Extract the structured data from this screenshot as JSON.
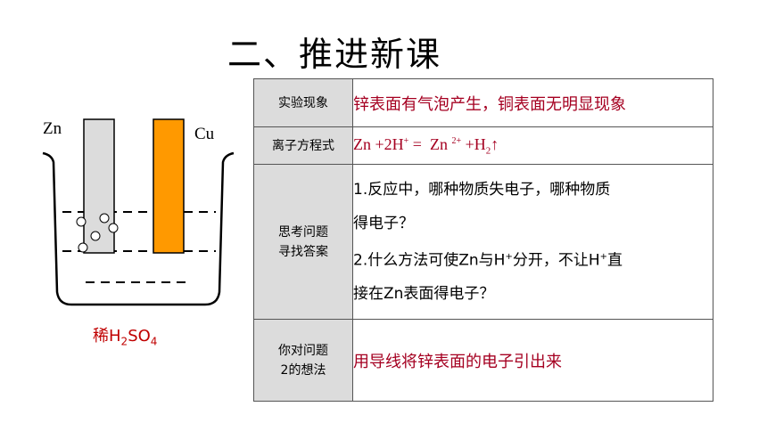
{
  "title": "二、推进新课",
  "diagram": {
    "zn_label": "Zn",
    "cu_label": "Cu",
    "acid_prefix": "稀H",
    "acid_sub1": "2",
    "acid_mid": "SO",
    "acid_sub2": "4",
    "zn_color": "#dcdcdc",
    "cu_color": "#ff9900",
    "label_color": "#c00000"
  },
  "table": {
    "row1_head": "实验现象",
    "row1_content": "锌表面有气泡产生，铜表面无明显现象",
    "row2_head": "离子方程式",
    "eq_part1": "Zn +2H",
    "eq_sup1": "+",
    "eq_part2": " =  Zn ",
    "eq_sup2": "2+",
    "eq_part3": " +H",
    "eq_sub": "2",
    "eq_arrow": "↑",
    "row3_head_line1": "思考问题",
    "row3_head_line2": "寻找答案",
    "q1_line1": "1.反应中，哪种物质失电子，哪种物质",
    "q1_line2": "得电子？",
    "q2_part1": "2.什么方法可使Zn与H",
    "q2_sup1": "+",
    "q2_part2": "分开，不让H",
    "q2_sup2": "+",
    "q2_part3": "直",
    "q2_line2": "接在Zn表面得电子？",
    "row4_head_line1": "你对问题",
    "row4_head_line2": "2的想法",
    "row4_content": "用导线将锌表面的电子引出来"
  }
}
